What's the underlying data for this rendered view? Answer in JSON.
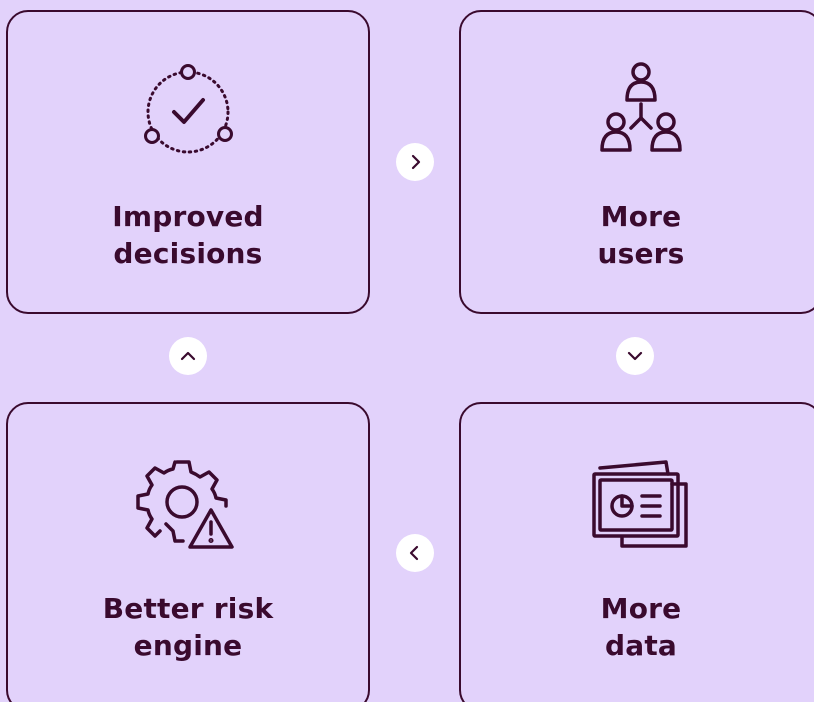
{
  "colors": {
    "background": "#e2d2fb",
    "ink": "#3a0a2e",
    "button": "#ffffff"
  },
  "cards": {
    "improved_decisions": {
      "line1": "Improved",
      "line2": "decisions",
      "icon": "circular-check-icon"
    },
    "more_users": {
      "line1": "More",
      "line2": "users",
      "icon": "user-network-icon"
    },
    "more_data": {
      "line1": "More",
      "line2": "data",
      "icon": "data-report-icon"
    },
    "better_risk_engine": {
      "line1": "Better risk",
      "line2": "engine",
      "icon": "gear-warning-icon"
    }
  },
  "arrows": [
    {
      "id": "right",
      "icon": "chevron-right-icon"
    },
    {
      "id": "down",
      "icon": "chevron-down-icon"
    },
    {
      "id": "left",
      "icon": "chevron-left-icon"
    },
    {
      "id": "up",
      "icon": "chevron-up-icon"
    }
  ]
}
